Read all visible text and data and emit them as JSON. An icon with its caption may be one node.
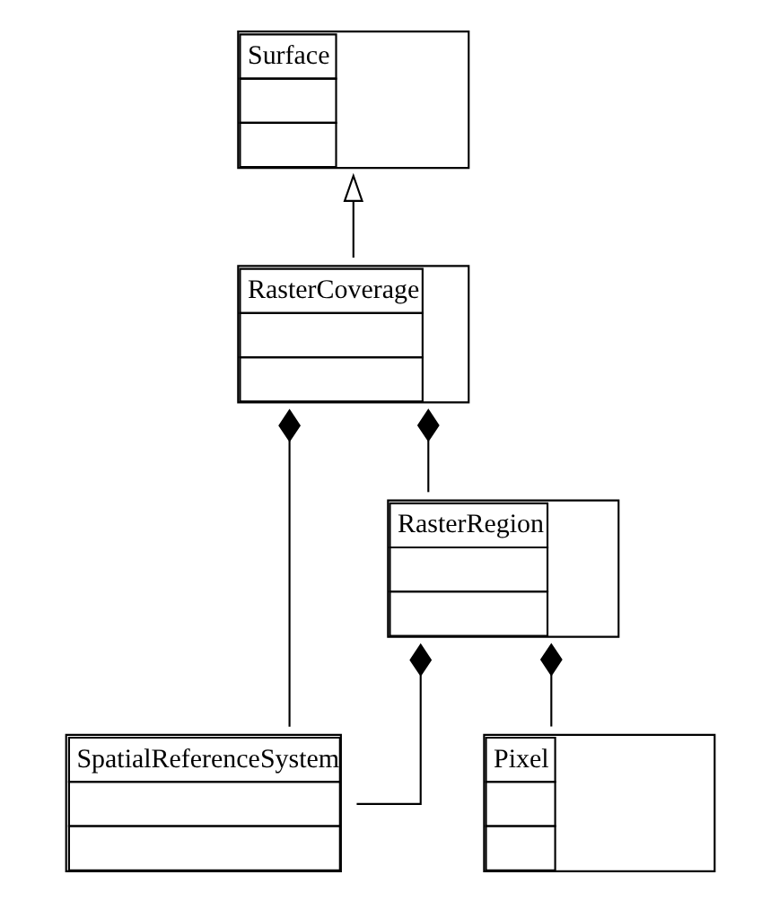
{
  "diagram": {
    "nodes": [
      {
        "text": [
          "Surface"
        ]
      },
      {
        "text": [
          "RasterCoverage"
        ]
      },
      {
        "text": [
          "SpatialReferenceSystem"
        ]
      },
      {
        "text": [
          "RasterRegion"
        ]
      },
      {
        "text": [
          "Pixel"
        ]
      }
    ],
    "edges": [
      {
        "from": 1,
        "to": 0,
        "arrow": "to"
      },
      {
        "from": 3,
        "to": 1,
        "arrow": "other"
      },
      {
        "from": 2,
        "to": 1,
        "arrow": "other"
      },
      {
        "from": 2,
        "to": 3,
        "arrow": "other"
      },
      {
        "from": 4,
        "to": 3,
        "arrow": "other"
      }
    ]
  }
}
